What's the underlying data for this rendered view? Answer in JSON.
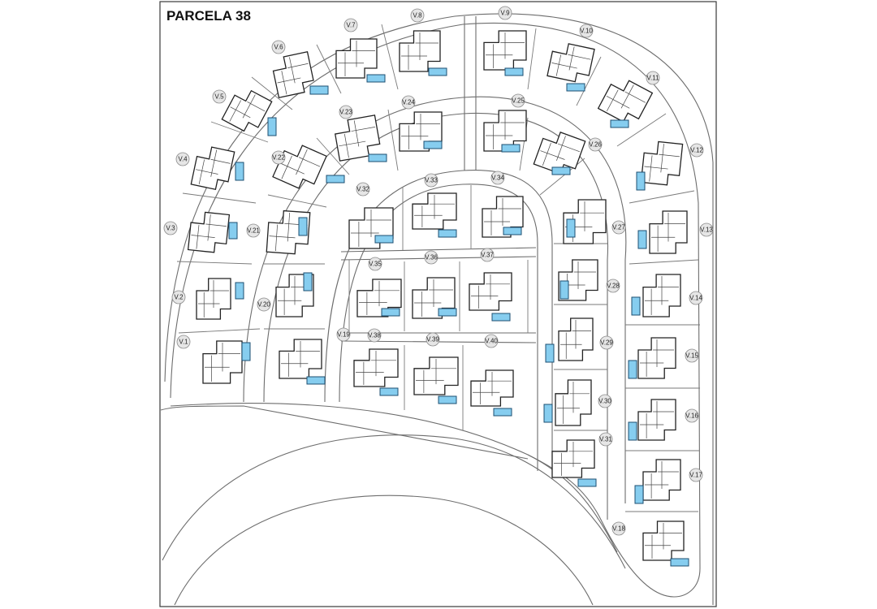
{
  "title": "PARCELA 38",
  "colors": {
    "pool": "#86cdef",
    "lines": "#6d6d6d",
    "label_bg": "#e6e6e6"
  },
  "villas": [
    {
      "label": "V.1"
    },
    {
      "label": "V.2"
    },
    {
      "label": "V.3"
    },
    {
      "label": "V.4"
    },
    {
      "label": "V.5"
    },
    {
      "label": "V.6"
    },
    {
      "label": "V.7"
    },
    {
      "label": "V.8"
    },
    {
      "label": "V.9"
    },
    {
      "label": "V.10"
    },
    {
      "label": "V.11"
    },
    {
      "label": "V.12"
    },
    {
      "label": "V.13"
    },
    {
      "label": "V.14"
    },
    {
      "label": "V.15"
    },
    {
      "label": "V.16"
    },
    {
      "label": "V.17"
    },
    {
      "label": "V.18"
    },
    {
      "label": "V.19"
    },
    {
      "label": "V.20"
    },
    {
      "label": "V.21"
    },
    {
      "label": "V.22"
    },
    {
      "label": "V.23"
    },
    {
      "label": "V.24"
    },
    {
      "label": "V.25"
    },
    {
      "label": "V.26"
    },
    {
      "label": "V.27"
    },
    {
      "label": "V.28"
    },
    {
      "label": "V.29"
    },
    {
      "label": "V.30"
    },
    {
      "label": "V.31"
    },
    {
      "label": "V.32"
    },
    {
      "label": "V.33"
    },
    {
      "label": "V.34"
    },
    {
      "label": "V.35"
    },
    {
      "label": "V.36"
    },
    {
      "label": "V.37"
    },
    {
      "label": "V.38"
    },
    {
      "label": "V.39"
    },
    {
      "label": "V.40"
    }
  ]
}
